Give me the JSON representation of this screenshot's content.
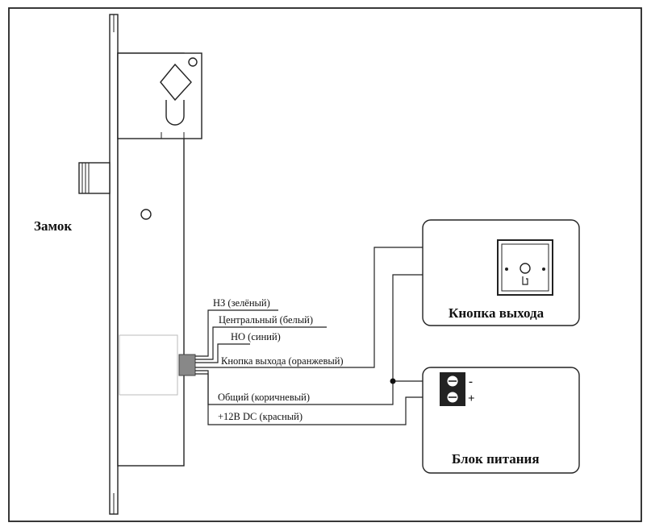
{
  "lock": {
    "title": "Замок"
  },
  "wires": [
    {
      "label": "НЗ (зелёный)"
    },
    {
      "label": "Центральный (белый)"
    },
    {
      "label": "НО (синий)"
    },
    {
      "label": "Кнопка выхода (оранжевый)"
    },
    {
      "label": "Общий (коричневый)"
    },
    {
      "label": "+12В DC (красный)"
    }
  ],
  "exit_button": {
    "title": "Кнопка выхода"
  },
  "power_supply": {
    "title": "Блок питания",
    "terminal_minus": "-",
    "terminal_plus": "+"
  },
  "icons": {
    "switch": "switch-contact-icon",
    "exit_button": "exit-push-button-icon",
    "terminal": "screw-terminal-icon"
  },
  "colors": {
    "line": "#222222",
    "background": "#ffffff"
  }
}
